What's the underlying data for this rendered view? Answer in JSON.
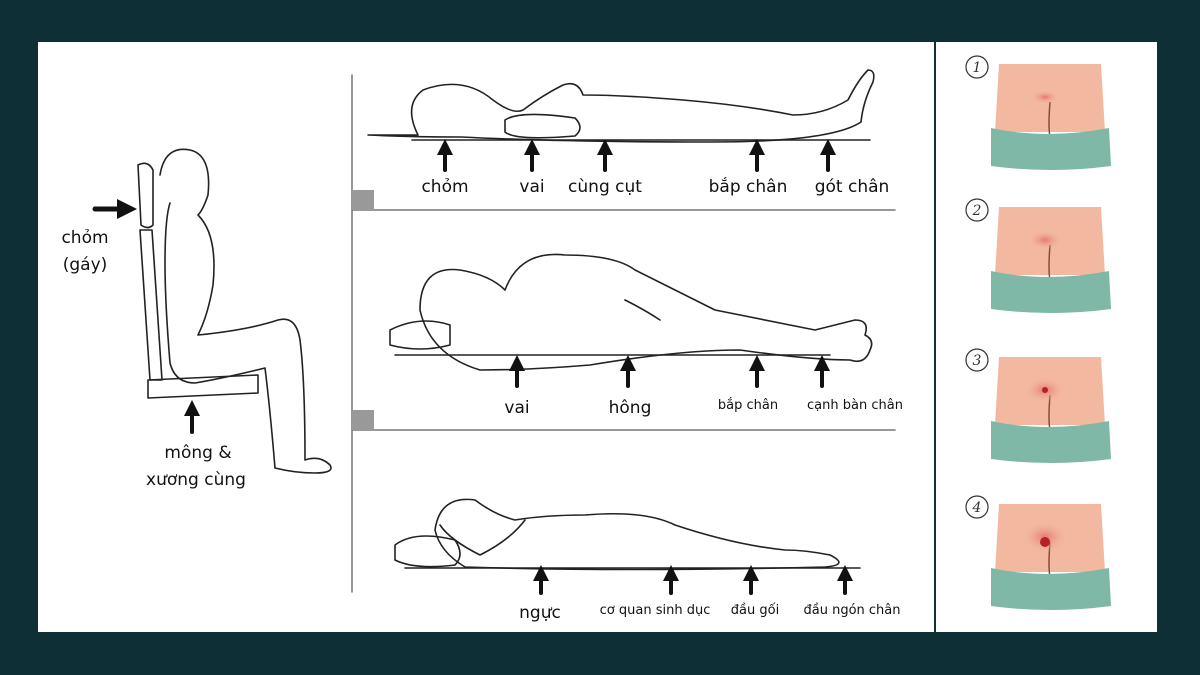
{
  "sitting": {
    "labels": [
      "chỏm",
      "(gáy)",
      "mông &",
      "xương cùng"
    ]
  },
  "supine": {
    "labels": [
      "chỏm",
      "vai",
      "cùng cụt",
      "bắp chân",
      "gót chân"
    ]
  },
  "side": {
    "labels": [
      "vai",
      "hông",
      "bắp chân",
      "cạnh bàn chân"
    ]
  },
  "prone": {
    "labels": [
      "ngực",
      "cơ quan sinh dục",
      "đầu gối",
      "đầu ngón chân"
    ]
  },
  "stages": [
    {
      "number": "1",
      "severity": 1
    },
    {
      "number": "2",
      "severity": 2
    },
    {
      "number": "3",
      "severity": 3
    },
    {
      "number": "4",
      "severity": 4
    }
  ],
  "colors": {
    "background": "#0f2f37",
    "skin": "#f2b9a0",
    "towel": "#7fb8a6",
    "wound": "#b5202a"
  }
}
